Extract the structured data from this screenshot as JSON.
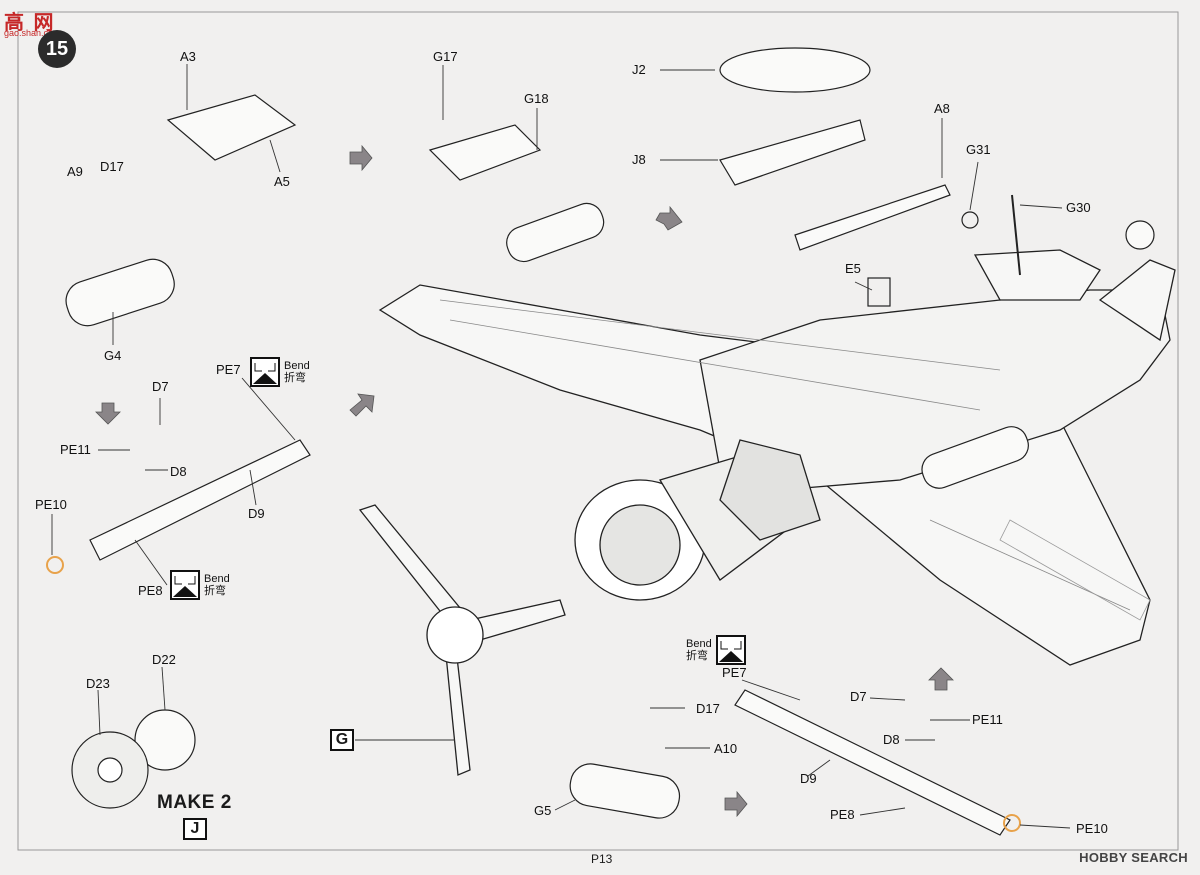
{
  "step_number": "15",
  "page_number": "P13",
  "watermark_left": "高 网",
  "watermark_left_sub": "gao.shan.co",
  "watermark_right": "HOBBY SEARCH",
  "make_label": "MAKE 2",
  "box_letters": {
    "g": "G",
    "j": "J"
  },
  "bend": {
    "en": "Bend",
    "zh": "折弯"
  },
  "part_labels": {
    "A3": "A3",
    "A5": "A5",
    "A8": "A8",
    "A9": "A9",
    "A10": "A10",
    "D7a": "D7",
    "D7b": "D7",
    "D8a": "D8",
    "D8b": "D8",
    "D9a": "D9",
    "D9b": "D9",
    "D17a": "D17",
    "D17b": "D17",
    "D22": "D22",
    "D23": "D23",
    "E5": "E5",
    "G4": "G4",
    "G5": "G5",
    "G17": "G17",
    "G18": "G18",
    "G30": "G30",
    "G31": "G31",
    "J2": "J2",
    "J8": "J8",
    "PE7a": "PE7",
    "PE7b": "PE7",
    "PE8a": "PE8",
    "PE8b": "PE8",
    "PE10a": "PE10",
    "PE10b": "PE10",
    "PE11a": "PE11",
    "PE11b": "PE11"
  },
  "colors": {
    "background": "#f1f0ef",
    "ink": "#1a1a1a",
    "arrow": "#8a8588",
    "pe_orange": "#e8a24a"
  }
}
